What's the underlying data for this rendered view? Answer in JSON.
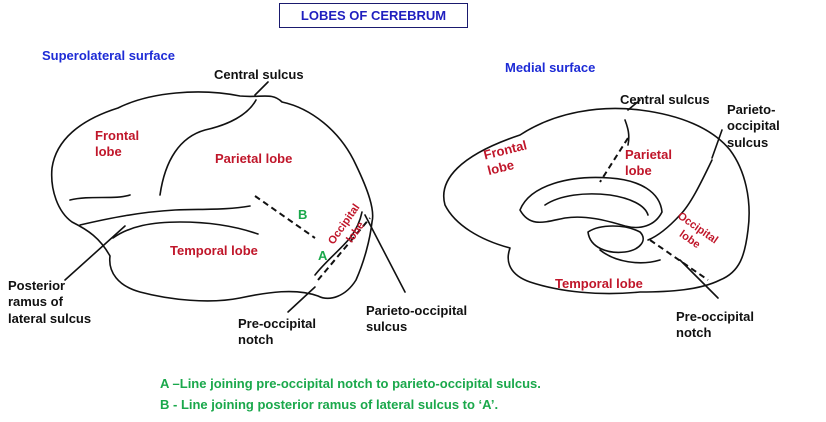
{
  "title": "LOBES OF CEREBRUM",
  "left": {
    "heading": "Superolateral surface",
    "frontal": "Frontal\nlobe",
    "parietal": "Parietal lobe",
    "temporal": "Temporal lobe",
    "occipital": "Occipital\nlobe",
    "central_sulcus": "Central sulcus",
    "posterior_ramus": "Posterior\nramus of\nlateral sulcus",
    "pre_occipital_notch": "Pre-occipital\nnotch",
    "parieto_occipital_sulcus": "Parieto-occipital\nsulcus",
    "line_a": "A",
    "line_b": "B"
  },
  "right": {
    "heading": "Medial surface",
    "central_sulcus": "Central sulcus",
    "parieto_occipital_sulcus": "Parieto-\noccipital\nsulcus",
    "frontal": "Frontal\nlobe",
    "parietal": "Parietal\nlobe",
    "occipital": "Occipital\nlobe",
    "temporal": "Temporal lobe",
    "pre_occipital_notch": "Pre-occipital\nnotch"
  },
  "legend": {
    "a": "A –Line joining pre-occipital notch to parieto-occipital sulcus.",
    "b": "B - Line joining posterior ramus of lateral sulcus to ‘A’."
  },
  "colors": {
    "heading": "#1d2bd6",
    "lobe_label": "#c0162a",
    "line_label": "#1aa84b",
    "outline": "#111111"
  }
}
